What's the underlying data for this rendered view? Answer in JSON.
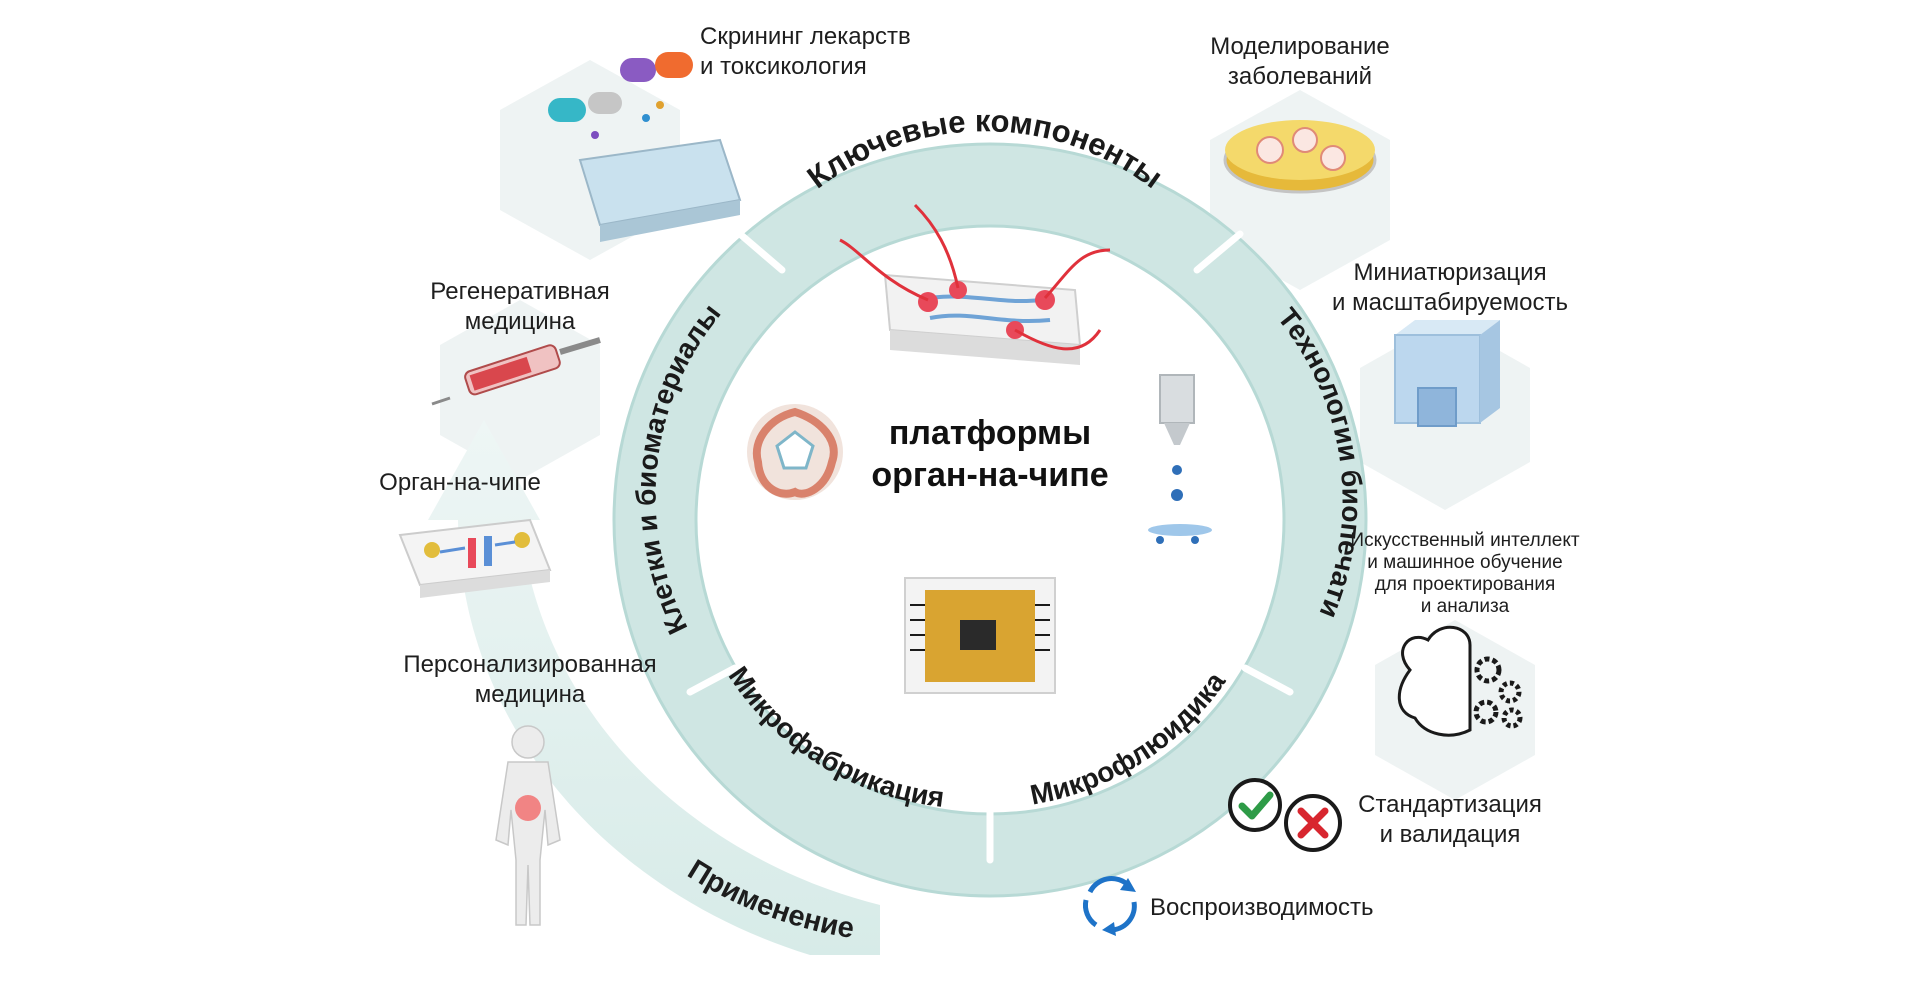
{
  "center": {
    "line1": "платформы",
    "line2": "орган-на-чипе"
  },
  "ring_segments": {
    "top": "Ключевые компоненты",
    "left": "Клетки и биоматериалы",
    "right": "Технологии биопечати",
    "bottom_left": "Микрофабрикация",
    "bottom_right": "Микрофлюидика"
  },
  "application_arrow": {
    "label": "Применение"
  },
  "applications": {
    "drug_screening": [
      "Скрининг лекарств",
      "и токсикология"
    ],
    "regenerative": [
      "Регенеративная",
      "медицина"
    ],
    "organ_on_chip": "Орган-на-чипе",
    "personalized": [
      "Персонализированная",
      "медицина"
    ]
  },
  "challenges": {
    "disease_modeling": [
      "Моделирование",
      "заболеваний"
    ],
    "miniaturization": [
      "Миниатюризация",
      "и масштабируемость"
    ],
    "ai": [
      "Искусственный интеллект",
      "и машинное обучение",
      "для проектирования",
      "и анализа"
    ],
    "standardization": [
      "Стандартизация",
      "и валидация"
    ],
    "reproducibility": "Воспроизводимость"
  },
  "colors": {
    "ring": "#cfe6e3",
    "ring_edge": "#b7d9d5",
    "arrow": "#e3f0ee",
    "hexagon": "#eef3f3",
    "check_green": "#2e9b47",
    "cross_red": "#d8262f",
    "cycle_blue": "#1e73c8",
    "tube_red": "#e0313b",
    "chip_gold": "#d9a431"
  }
}
